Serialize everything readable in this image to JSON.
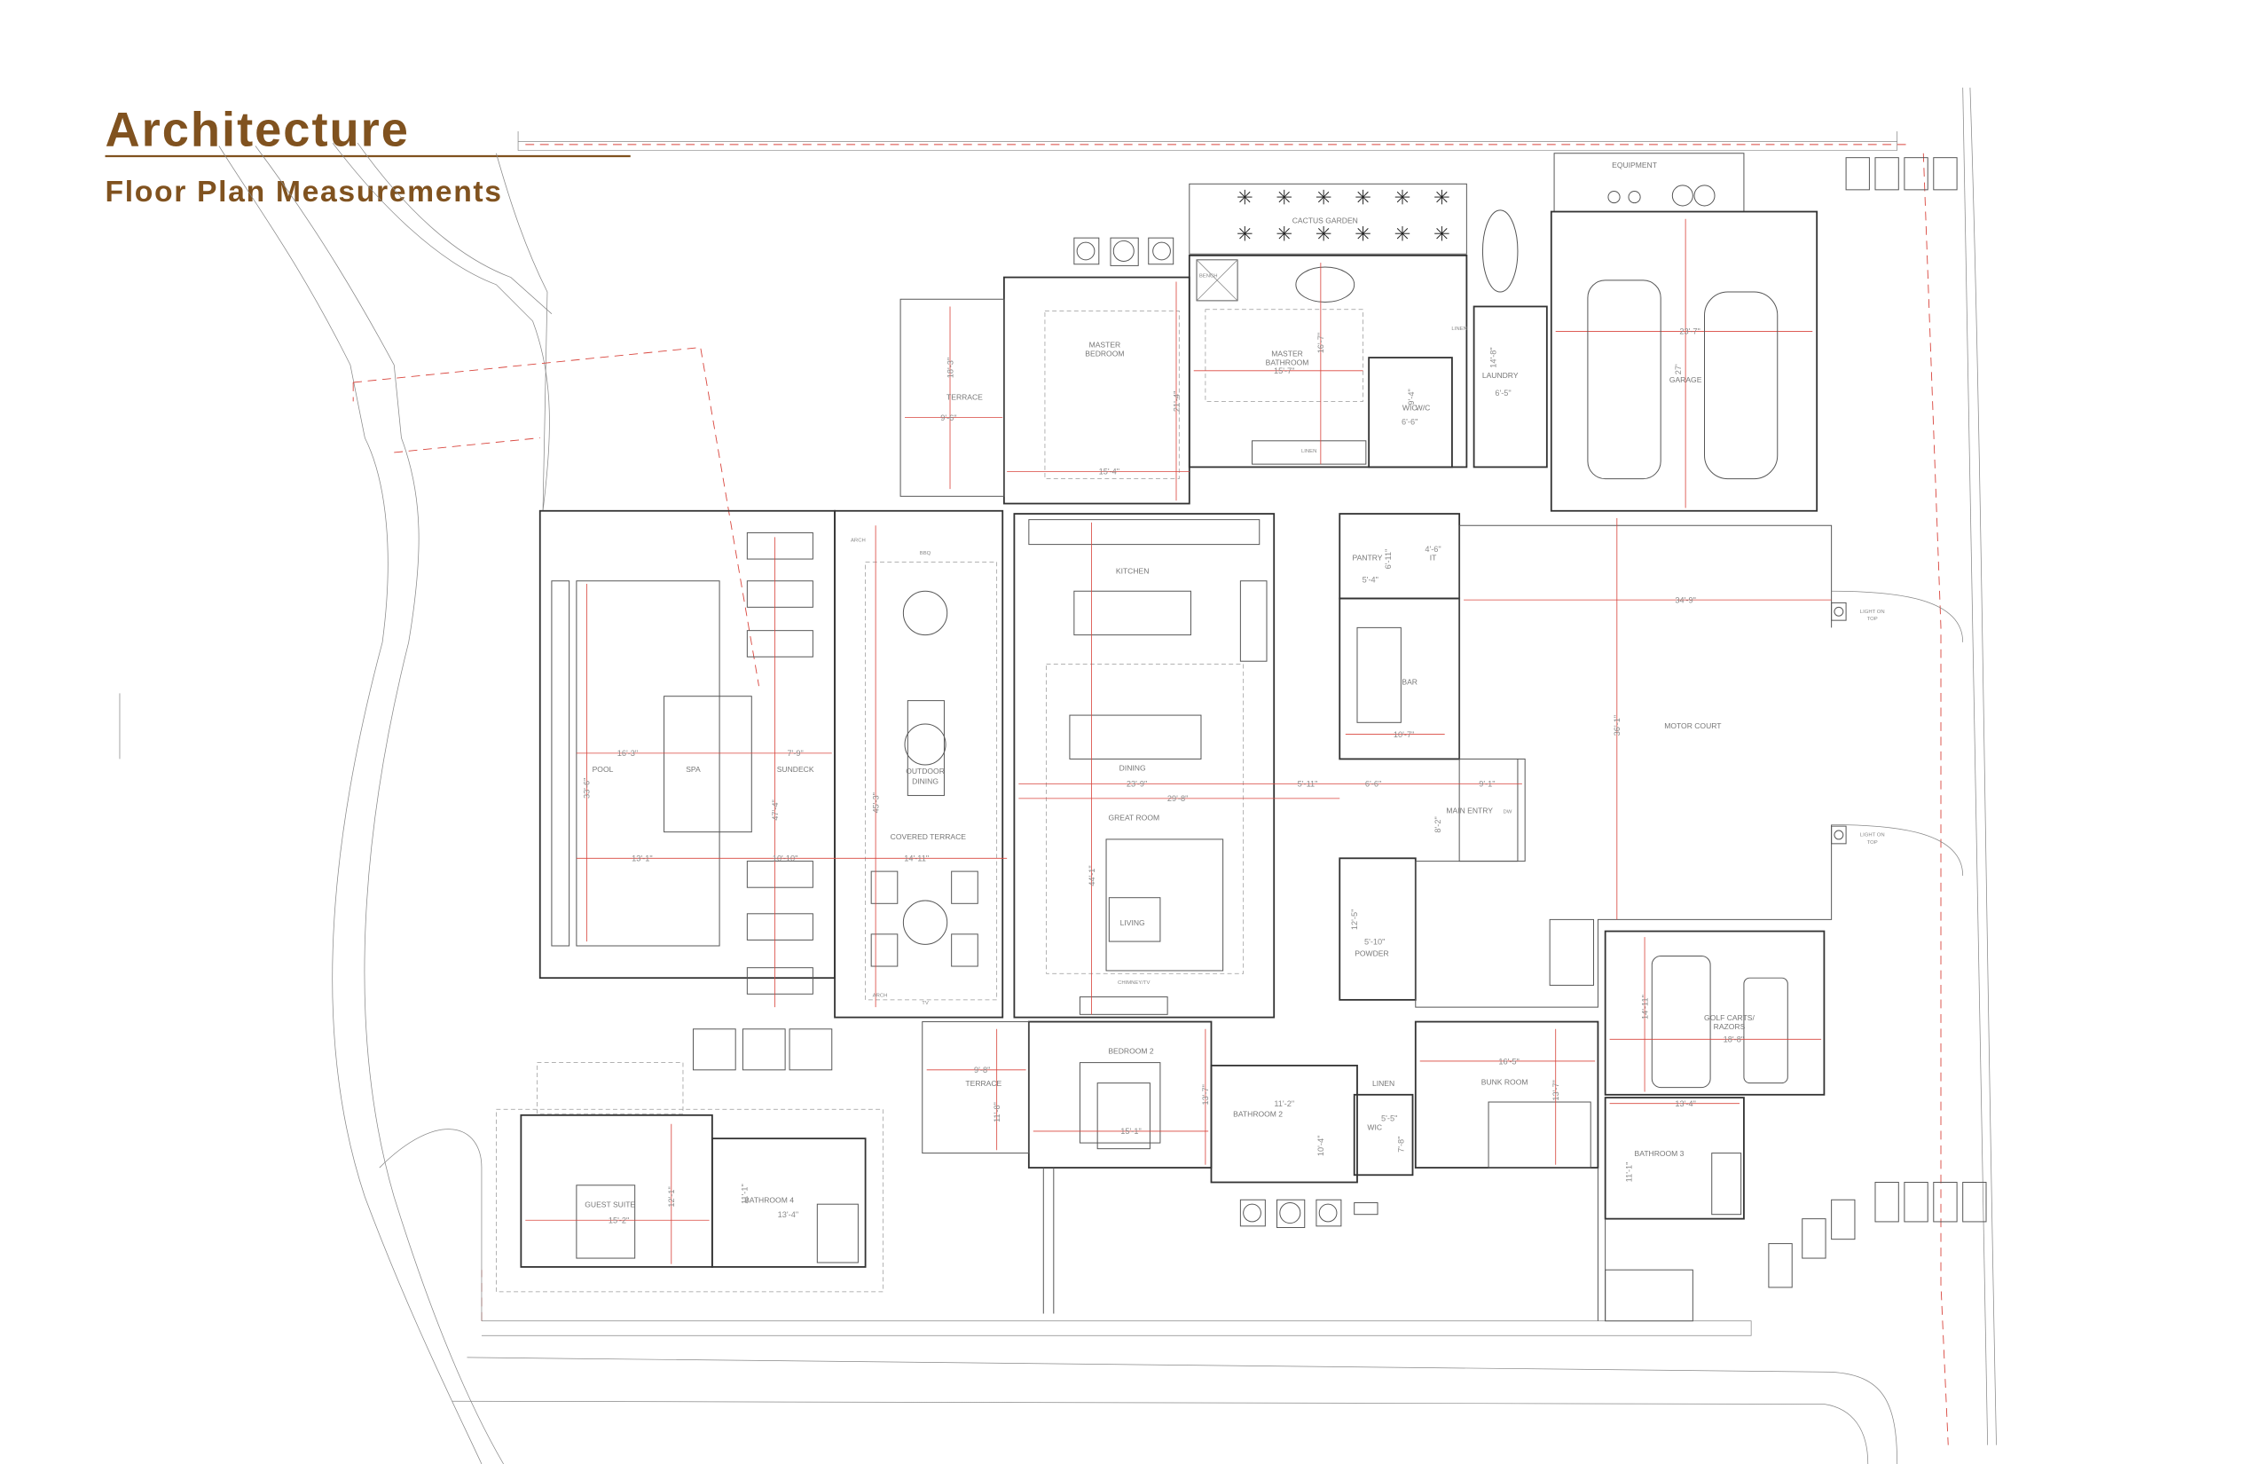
{
  "header": {
    "title": "Architecture",
    "subtitle": "Floor Plan Measurements",
    "accent_color": "#80521f"
  },
  "rooms": {
    "cactus_garden": "CACTUS GARDEN",
    "equipment": "EQUIPMENT",
    "master_bedroom_1": "MASTER",
    "master_bedroom_2": "BEDROOM",
    "master_bathroom_1": "MASTER",
    "master_bathroom_2": "BATHROOM",
    "terrace_top": "TERRACE",
    "wc": "W/C",
    "linen_top": "LINEN",
    "linen_master": "LINEN",
    "laundry": "LAUNDRY",
    "garage": "GARAGE",
    "bench": "BENCH",
    "kitchen": "KITCHEN",
    "pantry": "PANTRY",
    "it": "IT",
    "bar": "BAR",
    "motor_court": "MOTOR COURT",
    "pool": "POOL",
    "spa": "SPA",
    "sundeck": "SUNDECK",
    "outdoor_dining_1": "OUTDOOR",
    "outdoor_dining_2": "DINING",
    "covered_terrace": "COVERED TERRACE",
    "dining": "DINING",
    "great_room": "GREAT ROOM",
    "main_entry": "MAIN ENTRY",
    "living": "LIVING",
    "powder": "POWDER",
    "chimney_tv": "CHIMNEY/TV",
    "bedroom_2": "BEDROOM 2",
    "terrace_lower": "TERRACE",
    "linen_lower": "LINEN",
    "bathroom_2": "BATHROOM 2",
    "wic_lower": "WIC",
    "wic_master": "WIC",
    "bunk_room": "BUNK ROOM",
    "golf_carts_1": "GOLF CARTS/",
    "golf_carts_2": "RAZORS",
    "bathroom_3": "BATHROOM 3",
    "guest_suite": "GUEST SUITE",
    "bathroom_4": "BATHROOM 4",
    "light_top_1": "LIGHT ON",
    "light_top_2": "TOP",
    "light_bottom_1": "LIGHT ON",
    "light_bottom_2": "TOP",
    "arch_top": "ARCH",
    "arch_bottom": "ARCH",
    "bbq": "BBQ",
    "tv": "TV",
    "dw": "DW"
  },
  "dimensions": {
    "master_bath_w": "15'-7\"",
    "master_bath_h": "16'-7\"",
    "master_bed_h": "21'-4\"",
    "master_bed_w": "15'-4\"",
    "terrace_top_h": "18'-3\"",
    "terrace_top_w": "9'-6\"",
    "laundry_h": "14'-8\"",
    "laundry_w": "6'-5\"",
    "wic_h": "9'-4\"",
    "wic_w": "6'-6\"",
    "garage_w": "23'-7\"",
    "garage_h": "27'",
    "pantry_h": "6'-11\"",
    "pantry_w": "5'-4\"",
    "it_w": "4'-6\"",
    "motor_court_w": "34'-9\"",
    "motor_court_h": "36'-1\"",
    "bar_w": "10'-7\"",
    "pool_w": "16'-3\"",
    "pool_h": "33'-6\"",
    "sundeck_w": "7'-9\"",
    "sundeck_h": "47'-4\"",
    "covered_terrace_h": "45'-3\"",
    "pool_w2": "13'-1\"",
    "sundeck_w2": "10'-10\"",
    "covered_terrace_w": "14'-11\"",
    "great_room_w": "23'-9\"",
    "hall_w": "5'-11\"",
    "entry_w": "6'-6\"",
    "main_entry_w": "9'-1\"",
    "great_room_w2": "29'-8\"",
    "great_room_h": "44'-1\"",
    "main_entry_h": "8'-2\"",
    "powder_h": "12'-5\"",
    "powder_w": "5'-10\"",
    "terrace_lower_w": "9'-8\"",
    "terrace_lower_h": "11'-8\"",
    "bedroom_2_w": "15'-1\"",
    "bedroom_2_h": "13'-7\"",
    "bathroom_2_w": "11'-2\"",
    "bathroom_2_h": "10'-4\"",
    "wic_lower_w": "5'-5\"",
    "wic_lower_h": "7'-8\"",
    "bunk_room_w": "16'-5\"",
    "bunk_room_h": "13'-7\"",
    "golf_h": "14'-11\"",
    "golf_w": "18'-8\"",
    "bathroom_3_w": "13'-4\"",
    "bathroom_3_h": "11'-1\"",
    "guest_suite_w": "15'-2\"",
    "guest_suite_h": "12'-1\"",
    "bathroom_4_w": "13'-4\"",
    "bathroom_4_h": "11'-1\""
  }
}
